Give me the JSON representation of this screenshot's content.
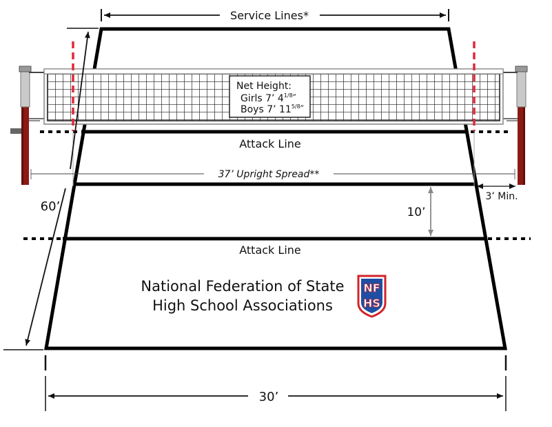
{
  "labels": {
    "service_lines": "Service Lines*",
    "attack_line_top": "Attack Line",
    "attack_line_bottom": "Attack Line",
    "upright_spread": "37’ Upright Spread**",
    "min_clearance": "3’ Min.",
    "ten_feet": "10’",
    "sixty_feet": "60’",
    "thirty_feet": "30’"
  },
  "net_height": {
    "title": "Net Height:",
    "girls_prefix": "Girls 7’ 4",
    "girls_sup": "1/8",
    "girls_suffix": "″",
    "boys_prefix": "Boys 7’ 11",
    "boys_sup": "5/8",
    "boys_suffix": "″"
  },
  "organization": {
    "line1": "National Federation of State",
    "line2": "High School Associations",
    "logo_letters": "NFHS"
  },
  "colors": {
    "court_line": "#000000",
    "post": "#8b1a14",
    "post_dark": "#5e0f0b",
    "antenna": "#e0283a",
    "logo_red": "#d2232a",
    "logo_blue": "#1f4ea3",
    "dim_gray": "#888888"
  }
}
